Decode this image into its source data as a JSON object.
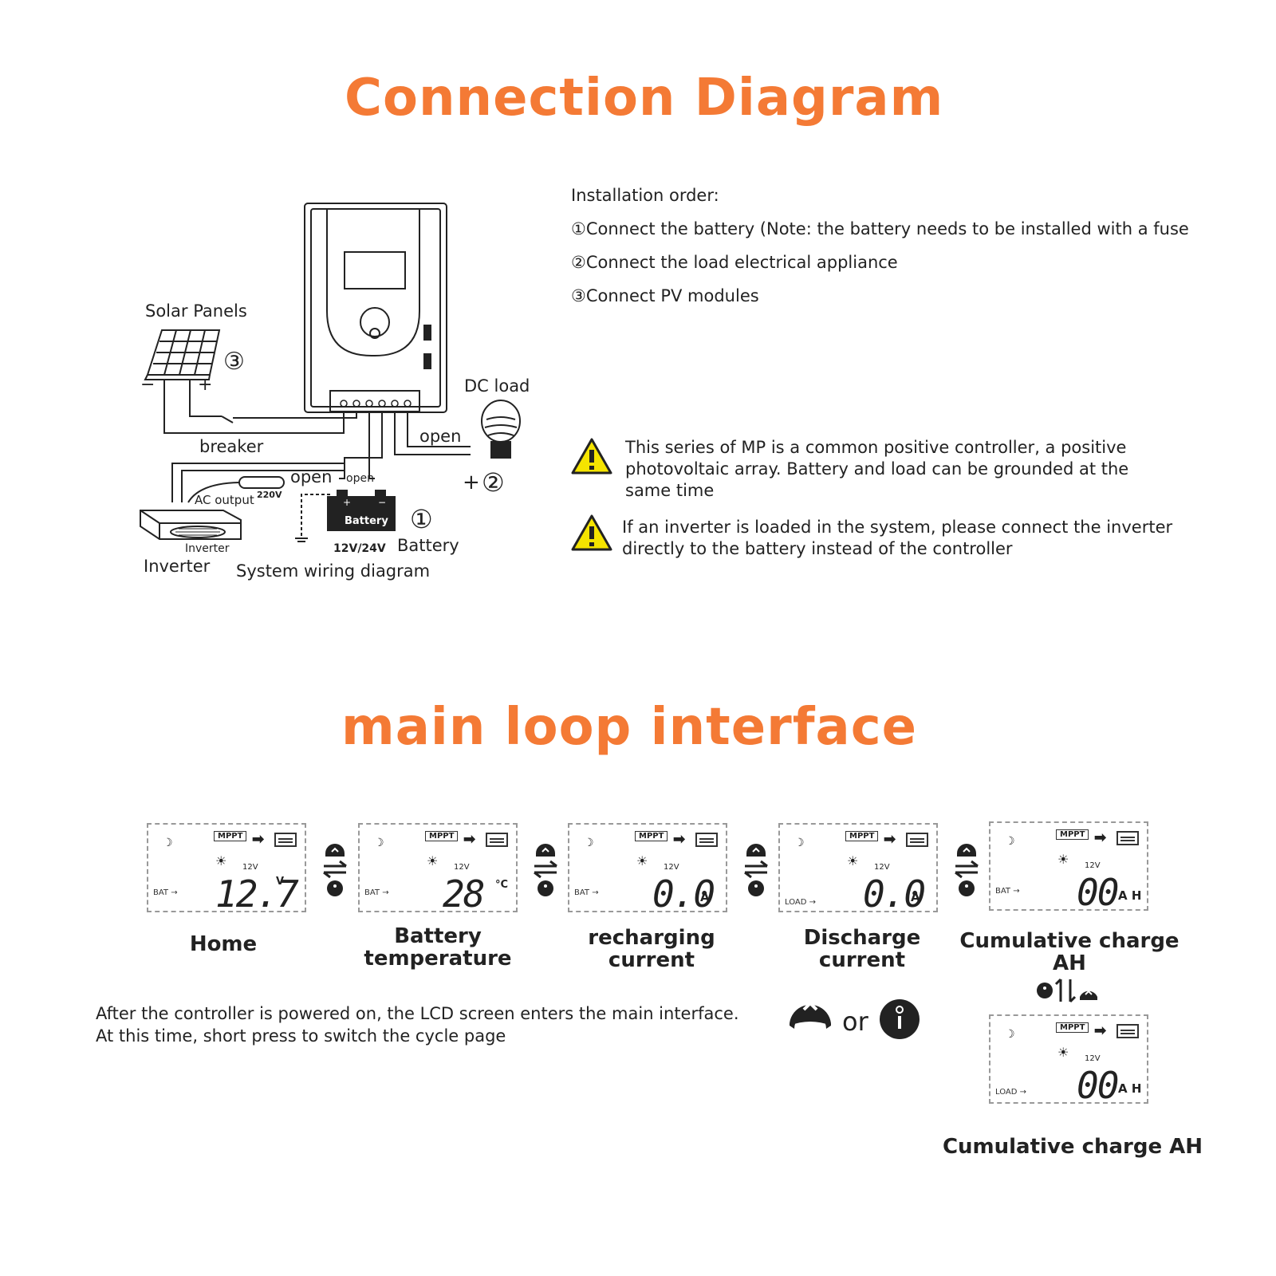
{
  "titles": {
    "connection": "Connection Diagram",
    "main_loop": "main loop interface"
  },
  "diagram": {
    "solar_panels": "Solar Panels",
    "breaker": "breaker",
    "dc_load": "DC load",
    "open_load": "open",
    "open_ac": "open",
    "open_small": "open",
    "ac_output": "AC output",
    "ac_voltage": "220V",
    "inverter_small": "Inverter",
    "inverter": "Inverter",
    "battery_box": "Battery",
    "battery_voltage": "12V/24V",
    "battery": "Battery",
    "caption": "System wiring diagram",
    "num1": "①",
    "num2": "②",
    "num3": "③",
    "plus": "+",
    "minus": "−"
  },
  "installation": {
    "heading": "Installation order:",
    "steps": [
      "①Connect the battery (Note: the battery needs to be installed with a fuse",
      "②Connect the load electrical appliance",
      "③Connect PV modules"
    ]
  },
  "warnings": [
    "This series of MP is a common positive controller, a positive photovoltaic array. Battery and load can be grounded at the same time",
    "If an inverter is loaded in the system, please connect the inverter directly to the battery instead of the controller"
  ],
  "screens": [
    {
      "caption": "Home",
      "value": "12.7",
      "unit": "V",
      "source": "BAT",
      "mppt": "MPPT",
      "voltage": "12V"
    },
    {
      "caption": "Battery temperature",
      "value": "28",
      "unit": "°C",
      "source": "BAT",
      "mppt": "MPPT",
      "voltage": "12V"
    },
    {
      "caption": "recharging current",
      "value": "0.0",
      "unit": "A",
      "source": "BAT",
      "mppt": "MPPT",
      "voltage": "12V"
    },
    {
      "caption": "Discharge current",
      "value": "0.0",
      "unit": "A",
      "source": "LOAD",
      "mppt": "MPPT",
      "voltage": "12V"
    },
    {
      "caption": "Cumulative charge AH",
      "value": "00",
      "unit": "A H",
      "source": "BAT",
      "mppt": "MPPT",
      "voltage": "12V"
    },
    {
      "caption": "Cumulative charge AH",
      "value": "00",
      "unit": "A H",
      "source": "LOAD",
      "mppt": "MPPT",
      "voltage": "12V"
    }
  ],
  "instructions": {
    "line1": "After the controller is powered on, the LCD screen enters the main interface.",
    "line2": "At this time, short press to switch the cycle page",
    "or": "or"
  },
  "colors": {
    "accent": "#f47a35",
    "warning": "#f5e400"
  },
  "icons": {
    "up_button": "up-button-icon",
    "set_button": "set-button-icon",
    "warning": "warning-triangle-icon"
  }
}
